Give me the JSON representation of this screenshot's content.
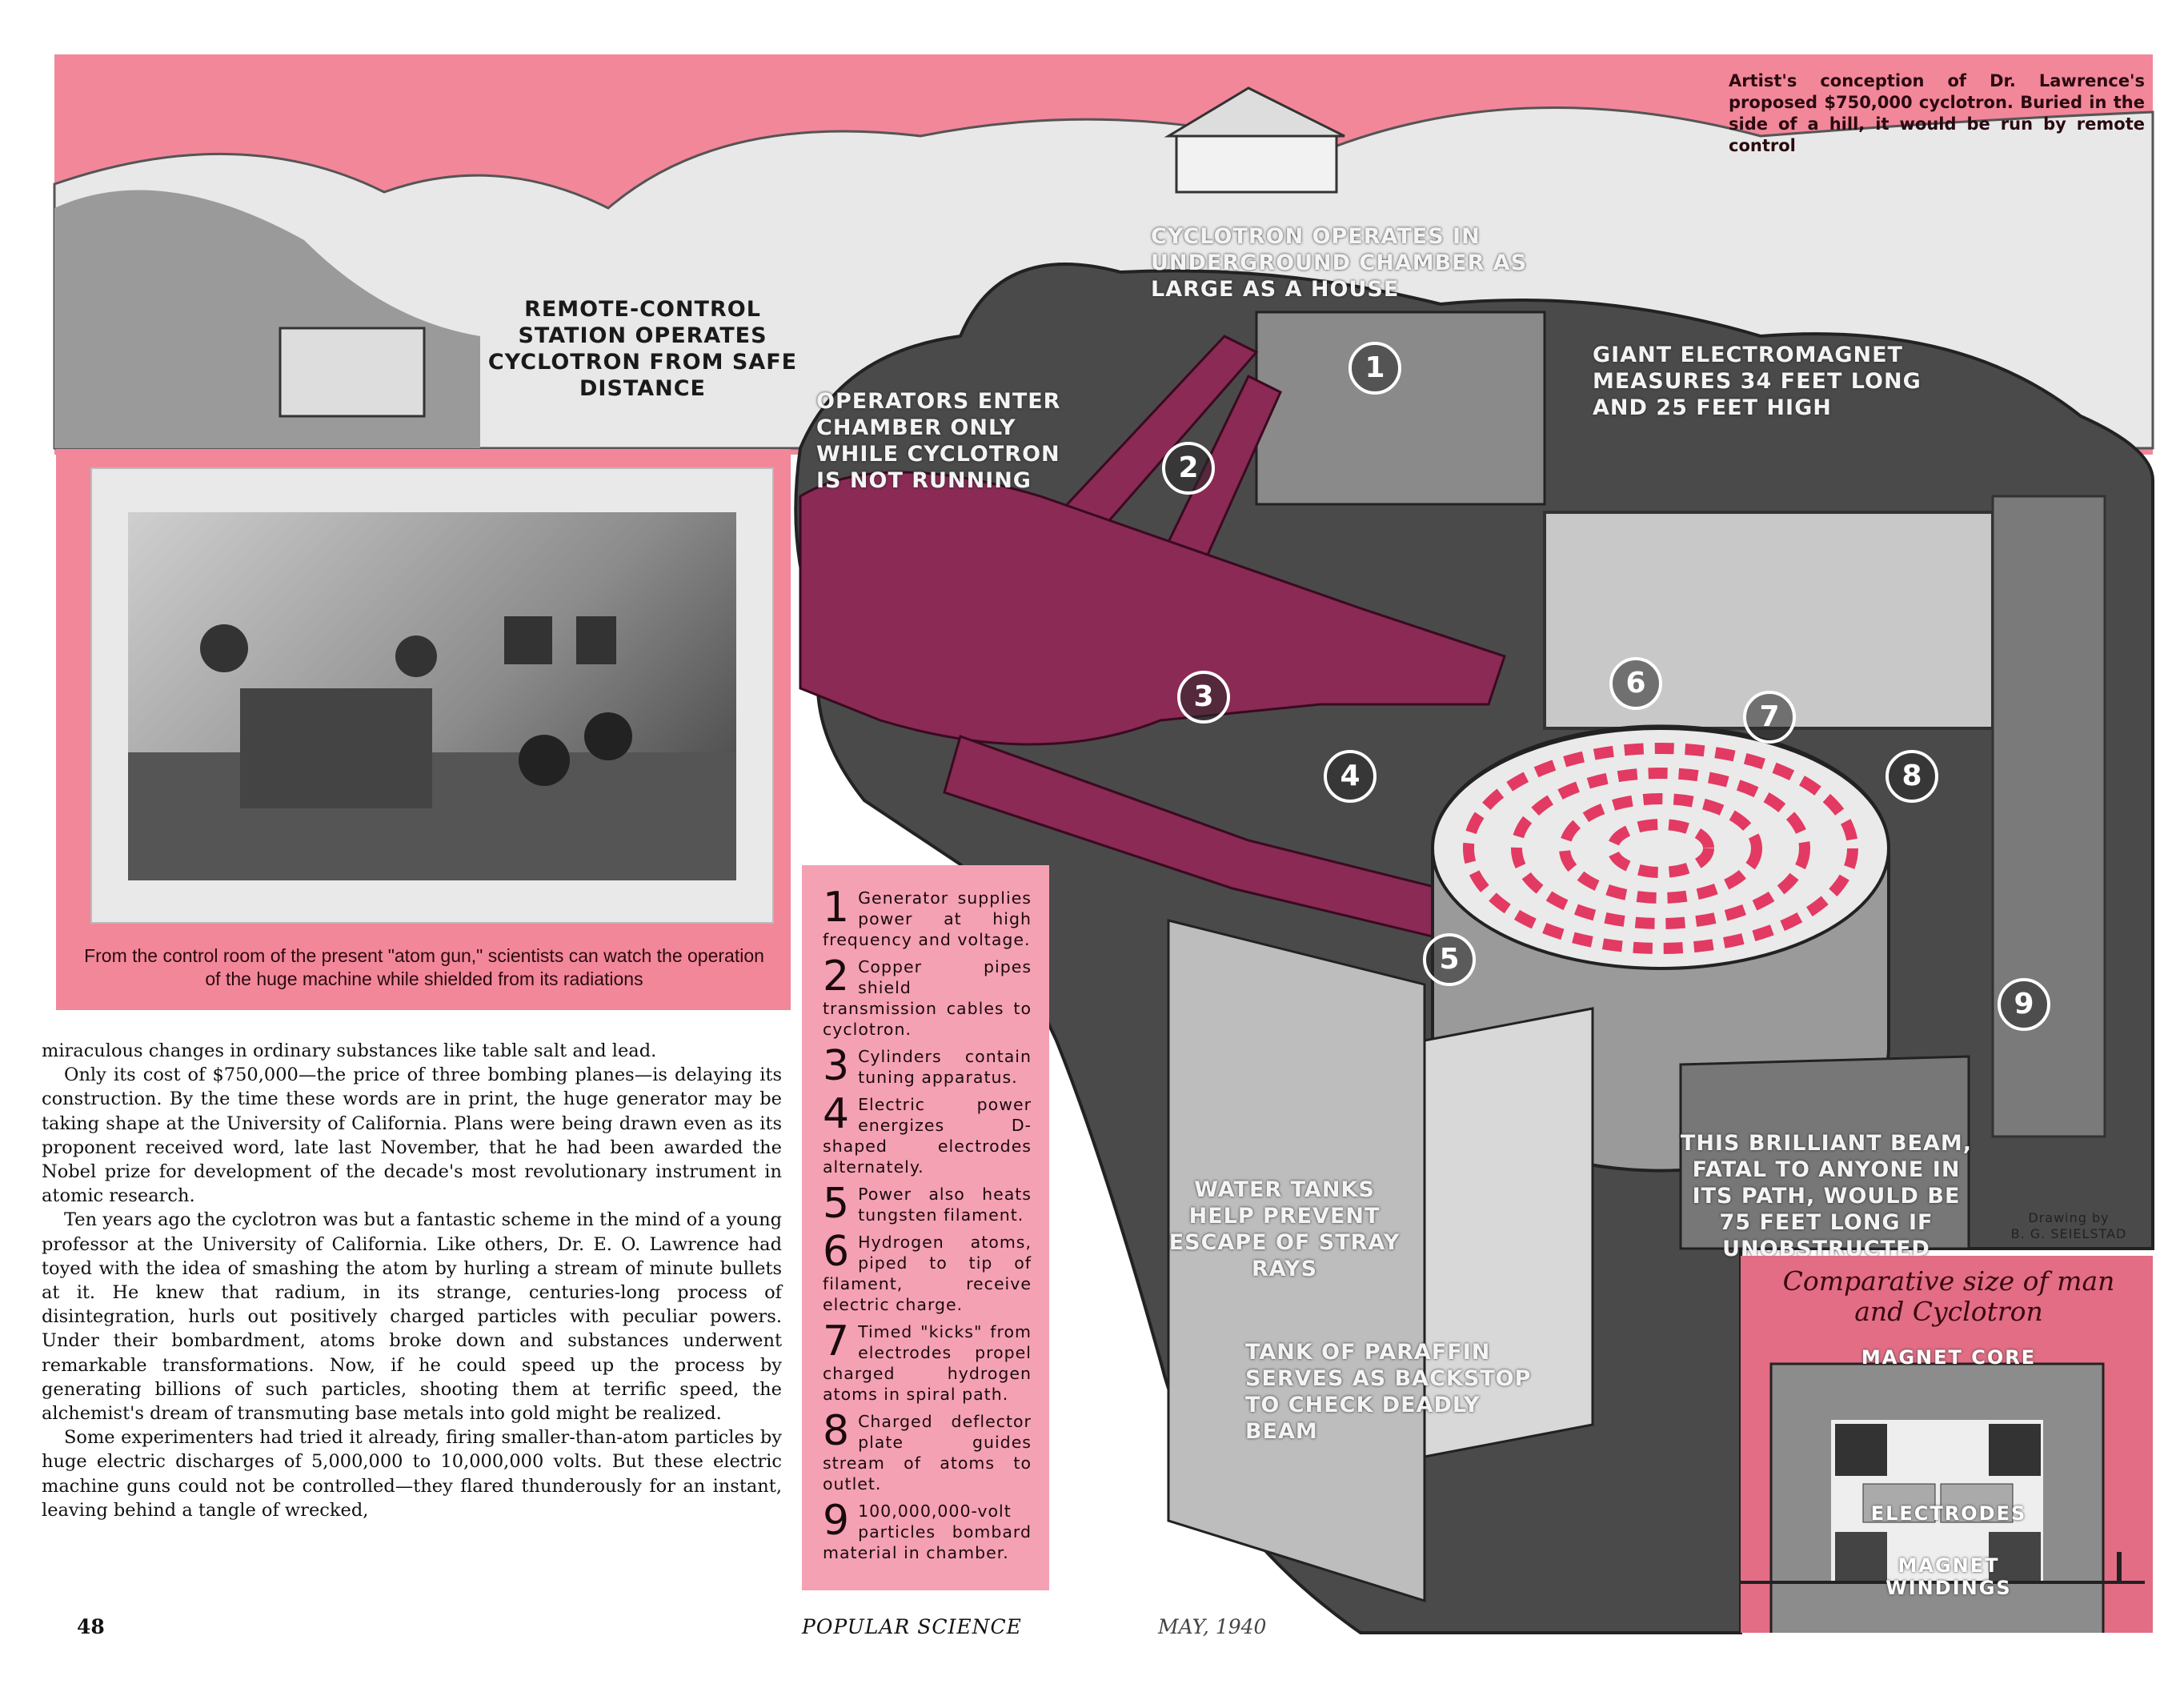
{
  "top_caption": "Artist's conception of Dr. Lawrence's proposed $750,000 cyclotron. Buried in the side of a hill, it would be run by remote control",
  "illustration_labels": {
    "remote_station": "Remote-control station operates cyclotron from safe distance",
    "chamber": "Cyclotron operates in underground chamber as large as a house",
    "operators": "Operators enter chamber only while cyclotron is not running",
    "electromagnet": "Giant electromagnet measures 34 feet long and 25 feet high",
    "water_tanks": "Water tanks help prevent escape of stray rays",
    "paraffin": "Tank of paraffin serves as backstop to check deadly beam",
    "beam": "This brilliant beam, fatal to anyone in its path, would be 75 feet long if unobstructed"
  },
  "callout_numbers": [
    "1",
    "2",
    "3",
    "4",
    "5",
    "6",
    "7",
    "8",
    "9"
  ],
  "photo_caption": "From the control room of the present \"atom gun,\" scientists can watch the operation of the huge machine while shielded from its radiations",
  "legend": [
    {
      "num": "1",
      "text": "Generator supplies power at high frequency and voltage."
    },
    {
      "num": "2",
      "text": "Copper pipes shield transmission cables to cyclotron."
    },
    {
      "num": "3",
      "text": "Cylinders contain tuning apparatus."
    },
    {
      "num": "4",
      "text": "Electric power energizes D-shaped electrodes alternately."
    },
    {
      "num": "5",
      "text": "Power also heats tungsten filament."
    },
    {
      "num": "6",
      "text": "Hydrogen atoms, piped to tip of filament, receive electric charge."
    },
    {
      "num": "7",
      "text": "Timed \"kicks\" from electrodes propel charged hydrogen atoms in spiral path."
    },
    {
      "num": "8",
      "text": "Charged deflector plate guides stream of atoms to outlet."
    },
    {
      "num": "9",
      "text": "100,000,000-volt particles bombard material in chamber."
    }
  ],
  "body_paragraphs": [
    "miraculous changes in ordinary substances like table salt and lead.",
    "Only its cost of $750,000—the price of three bombing planes—is delaying its construction. By the time these words are in print, the huge generator may be taking shape at the University of California. Plans were being drawn even as its proponent received word, late last November, that he had been awarded the Nobel prize for development of the decade's most revolutionary instrument in atomic research.",
    "Ten years ago the cyclotron was but a fantastic scheme in the mind of a young professor at the University of California. Like others, Dr. E. O. Lawrence had toyed with the idea of smashing the atom by hurling a stream of minute bullets at it. He knew that radium, in its strange, centuries-long process of disintegration, hurls out positively charged particles with peculiar powers. Under their bombardment, atoms broke down and substances underwent remarkable transformations. Now, if he could speed up the process by generating billions of such particles, shooting them at terrific speed, the alchemist's dream of transmuting base metals into gold might be realized.",
    "Some experimenters had tried it already, firing smaller-than-atom particles by huge electric discharges of 5,000,000 to 10,000,000 volts. But these electric machine guns could not be controlled—they flared thunderously for an instant, leaving behind a tangle of wrecked,"
  ],
  "credit": {
    "line1": "Drawing by",
    "line2": "B. G. SEIELSTAD"
  },
  "comparison": {
    "title_line1": "Comparative size of man",
    "title_line2": "and Cyclotron",
    "magnet_core": "MAGNET CORE",
    "electrodes": "ELECTRODES",
    "windings_line1": "MAGNET",
    "windings_line2": "WINDINGS"
  },
  "footer": {
    "page_number": "48",
    "magazine": "POPULAR SCIENCE",
    "date": "MAY, 1940"
  },
  "colors": {
    "pink": "#f2879a",
    "magenta_pipes": "#8a2a55",
    "cave": "#4a4a4a"
  }
}
